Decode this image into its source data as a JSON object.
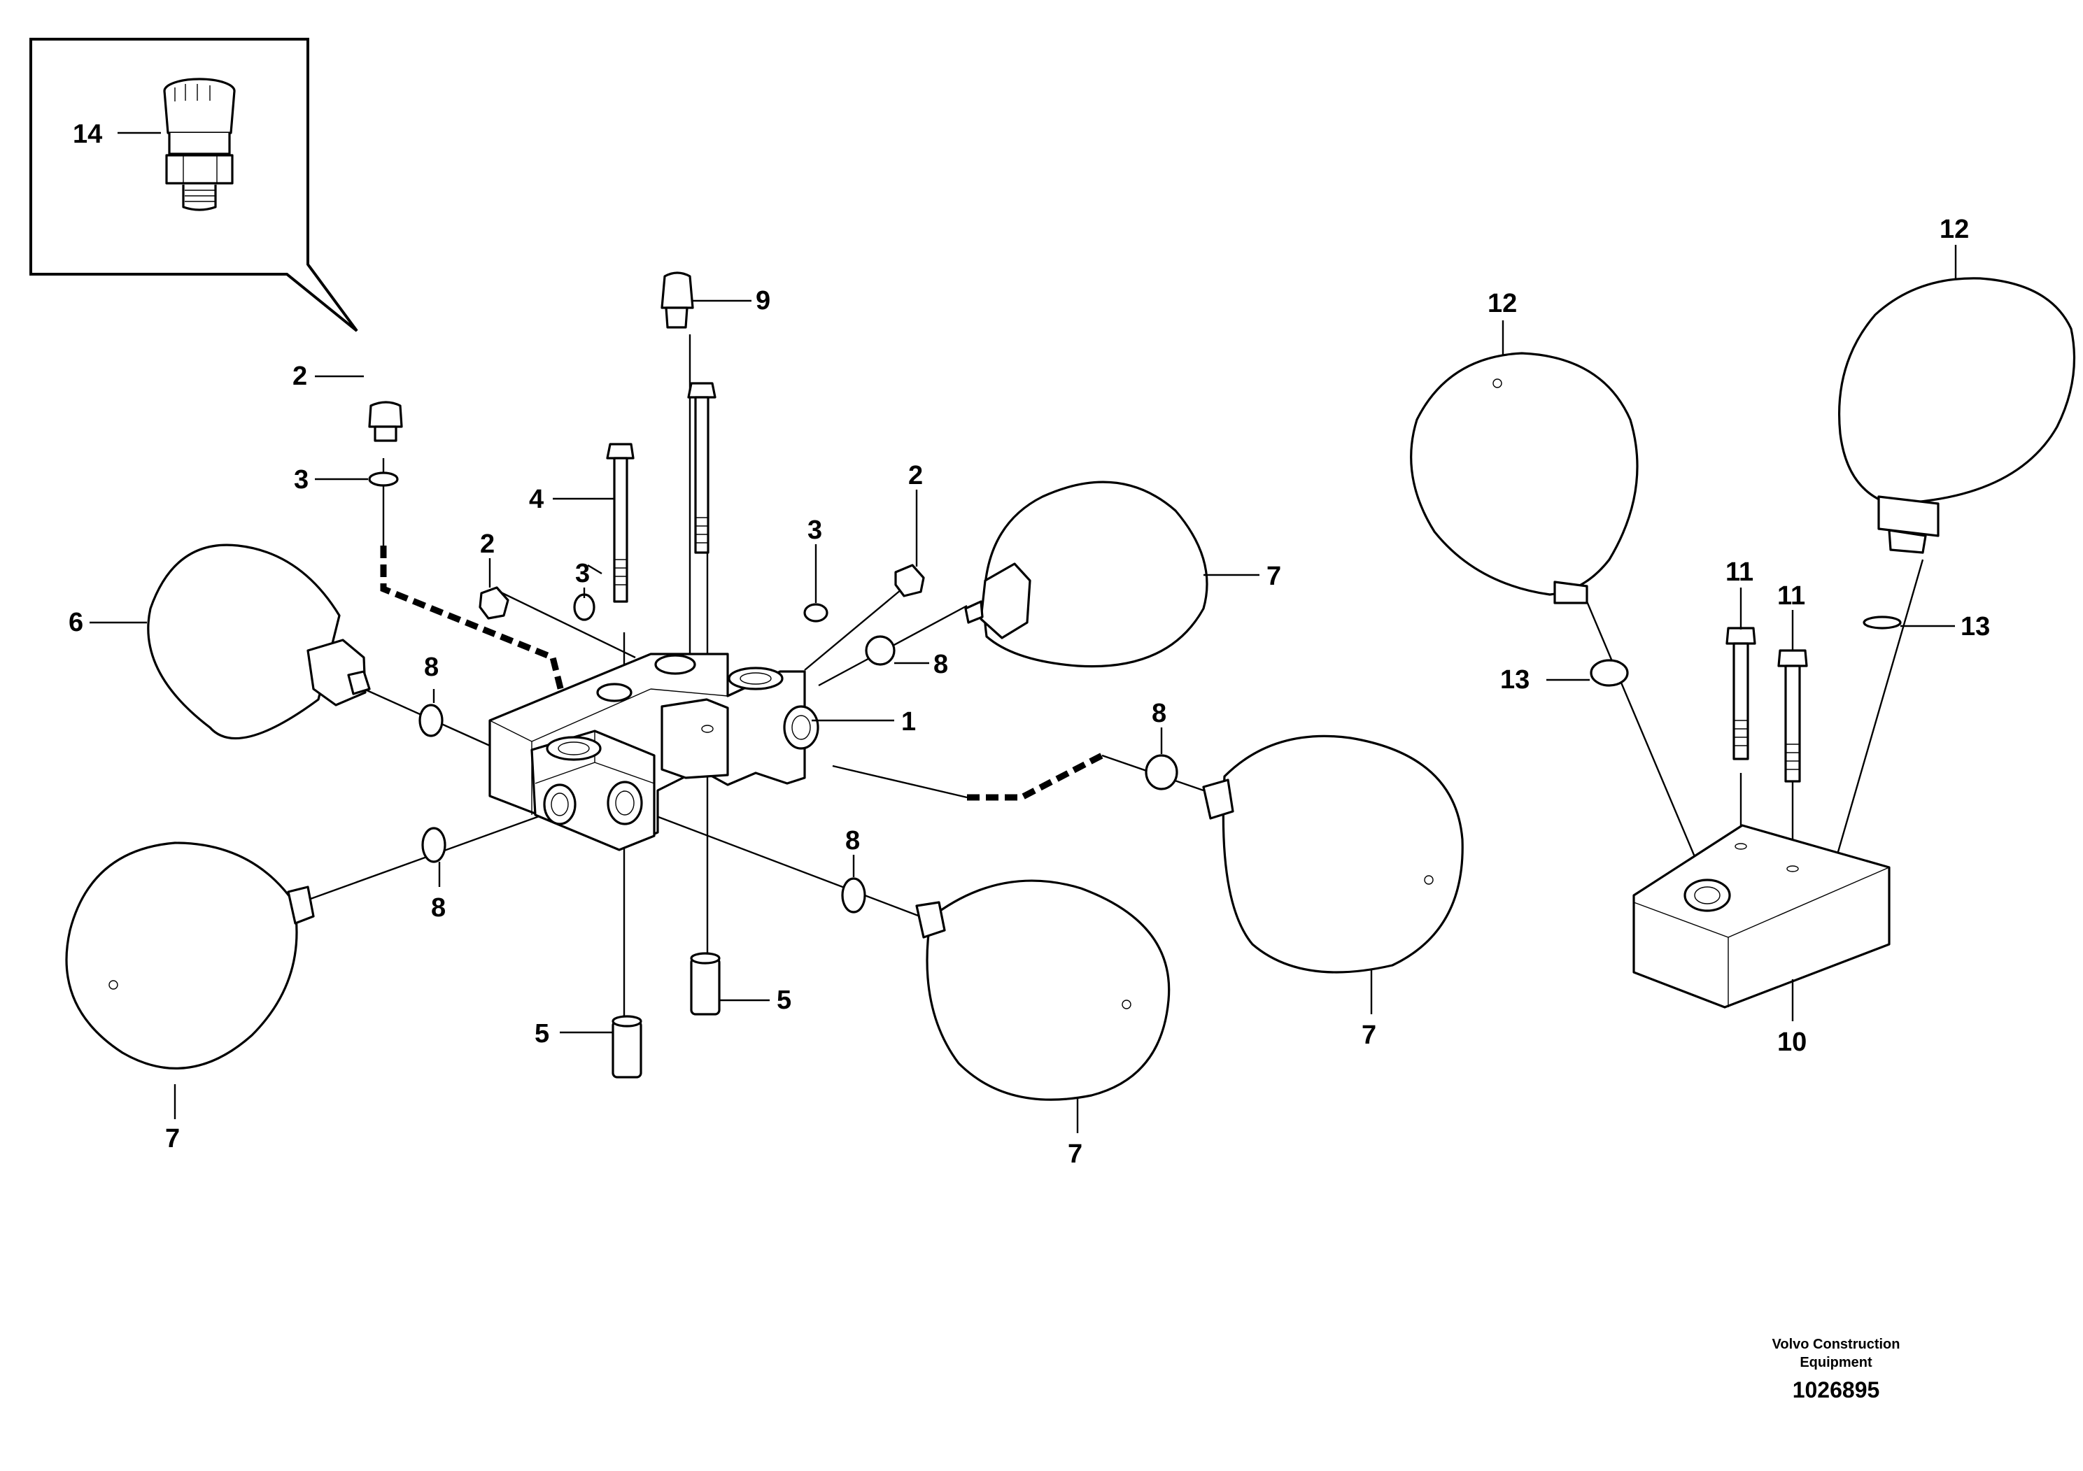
{
  "callouts": {
    "p1": "1",
    "p2a": "2",
    "p2b": "2",
    "p2c": "2",
    "p3a": "3",
    "p3b": "3",
    "p3c": "3",
    "p4": "4",
    "p5a": "5",
    "p5b": "5",
    "p6": "6",
    "p7a": "7",
    "p7b": "7",
    "p7c": "7",
    "p7d": "7",
    "p8a": "8",
    "p8b": "8",
    "p8c": "8",
    "p8d": "8",
    "p8e": "8",
    "p9": "9",
    "p10": "10",
    "p11a": "11",
    "p11b": "11",
    "p12a": "12",
    "p12b": "12",
    "p13a": "13",
    "p13b": "13",
    "p14": "14"
  },
  "credit": {
    "line1": "Volvo Construction",
    "line2": "Equipment",
    "number": "1026895"
  }
}
